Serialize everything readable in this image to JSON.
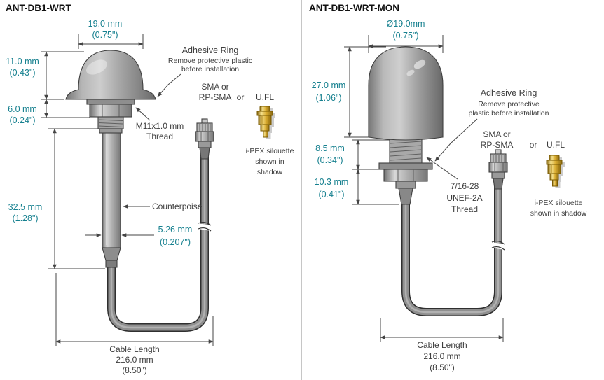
{
  "colors": {
    "dimension_text": "#16808F",
    "label_text": "#3D3D3D",
    "title_text": "#111111",
    "gold_connector": "#D4A92C",
    "metal_gray": "#9A9A9A"
  },
  "left": {
    "title": "ANT-DB1-WRT",
    "dim_width": {
      "mm": "19.0 mm",
      "in": "(0.75\")"
    },
    "dim_dome": {
      "mm": "11.0 mm",
      "in": "(0.43\")"
    },
    "dim_nut": {
      "mm": "6.0 mm",
      "in": "(0.24\")"
    },
    "dim_body": {
      "mm": "32.5 mm",
      "in": "(1.28\")"
    },
    "dim_tube": {
      "mm": "5.26 mm",
      "in": "(0.207\")"
    },
    "adhesive": {
      "line1": "Adhesive Ring",
      "line2": "Remove protective plastic",
      "line3": "before installation"
    },
    "sma": {
      "line1": "SMA or",
      "line2": "RP-SMA"
    },
    "or": "or",
    "ufl": "U.FL",
    "thread": {
      "line1": "M11x1.0 mm",
      "line2": "Thread"
    },
    "ipex": {
      "line1": "i-PEX silouette",
      "line2": "shown in",
      "line3": "shadow"
    },
    "counterpoise": "Counterpoise",
    "cable": {
      "line1": "Cable Length",
      "line2": "216.0 mm",
      "line3": "(8.50\")"
    }
  },
  "right": {
    "title": "ANT-DB1-WRT-MON",
    "dim_width": {
      "mm": "Ø19.0mm",
      "in": "(0.75\")"
    },
    "dim_dome": {
      "mm": "27.0 mm",
      "in": "(1.06\")"
    },
    "dim_thread": {
      "mm": "8.5 mm",
      "in": "(0.34\")"
    },
    "dim_base": {
      "mm": "10.3 mm",
      "in": "(0.41\")"
    },
    "adhesive": {
      "line1": "Adhesive Ring",
      "line2": "Remove protective",
      "line3": "plastic before installation"
    },
    "sma": {
      "line1": "SMA or",
      "line2": "RP-SMA"
    },
    "or": "or",
    "ufl": "U.FL",
    "thread": {
      "line1": "7/16-28",
      "line2": "UNEF-2A",
      "line3": "Thread"
    },
    "ipex": {
      "line1": "i-PEX silouette",
      "line2": "shown in shadow"
    },
    "cable": {
      "line1": "Cable Length",
      "line2": "216.0 mm",
      "line3": "(8.50\")"
    }
  }
}
